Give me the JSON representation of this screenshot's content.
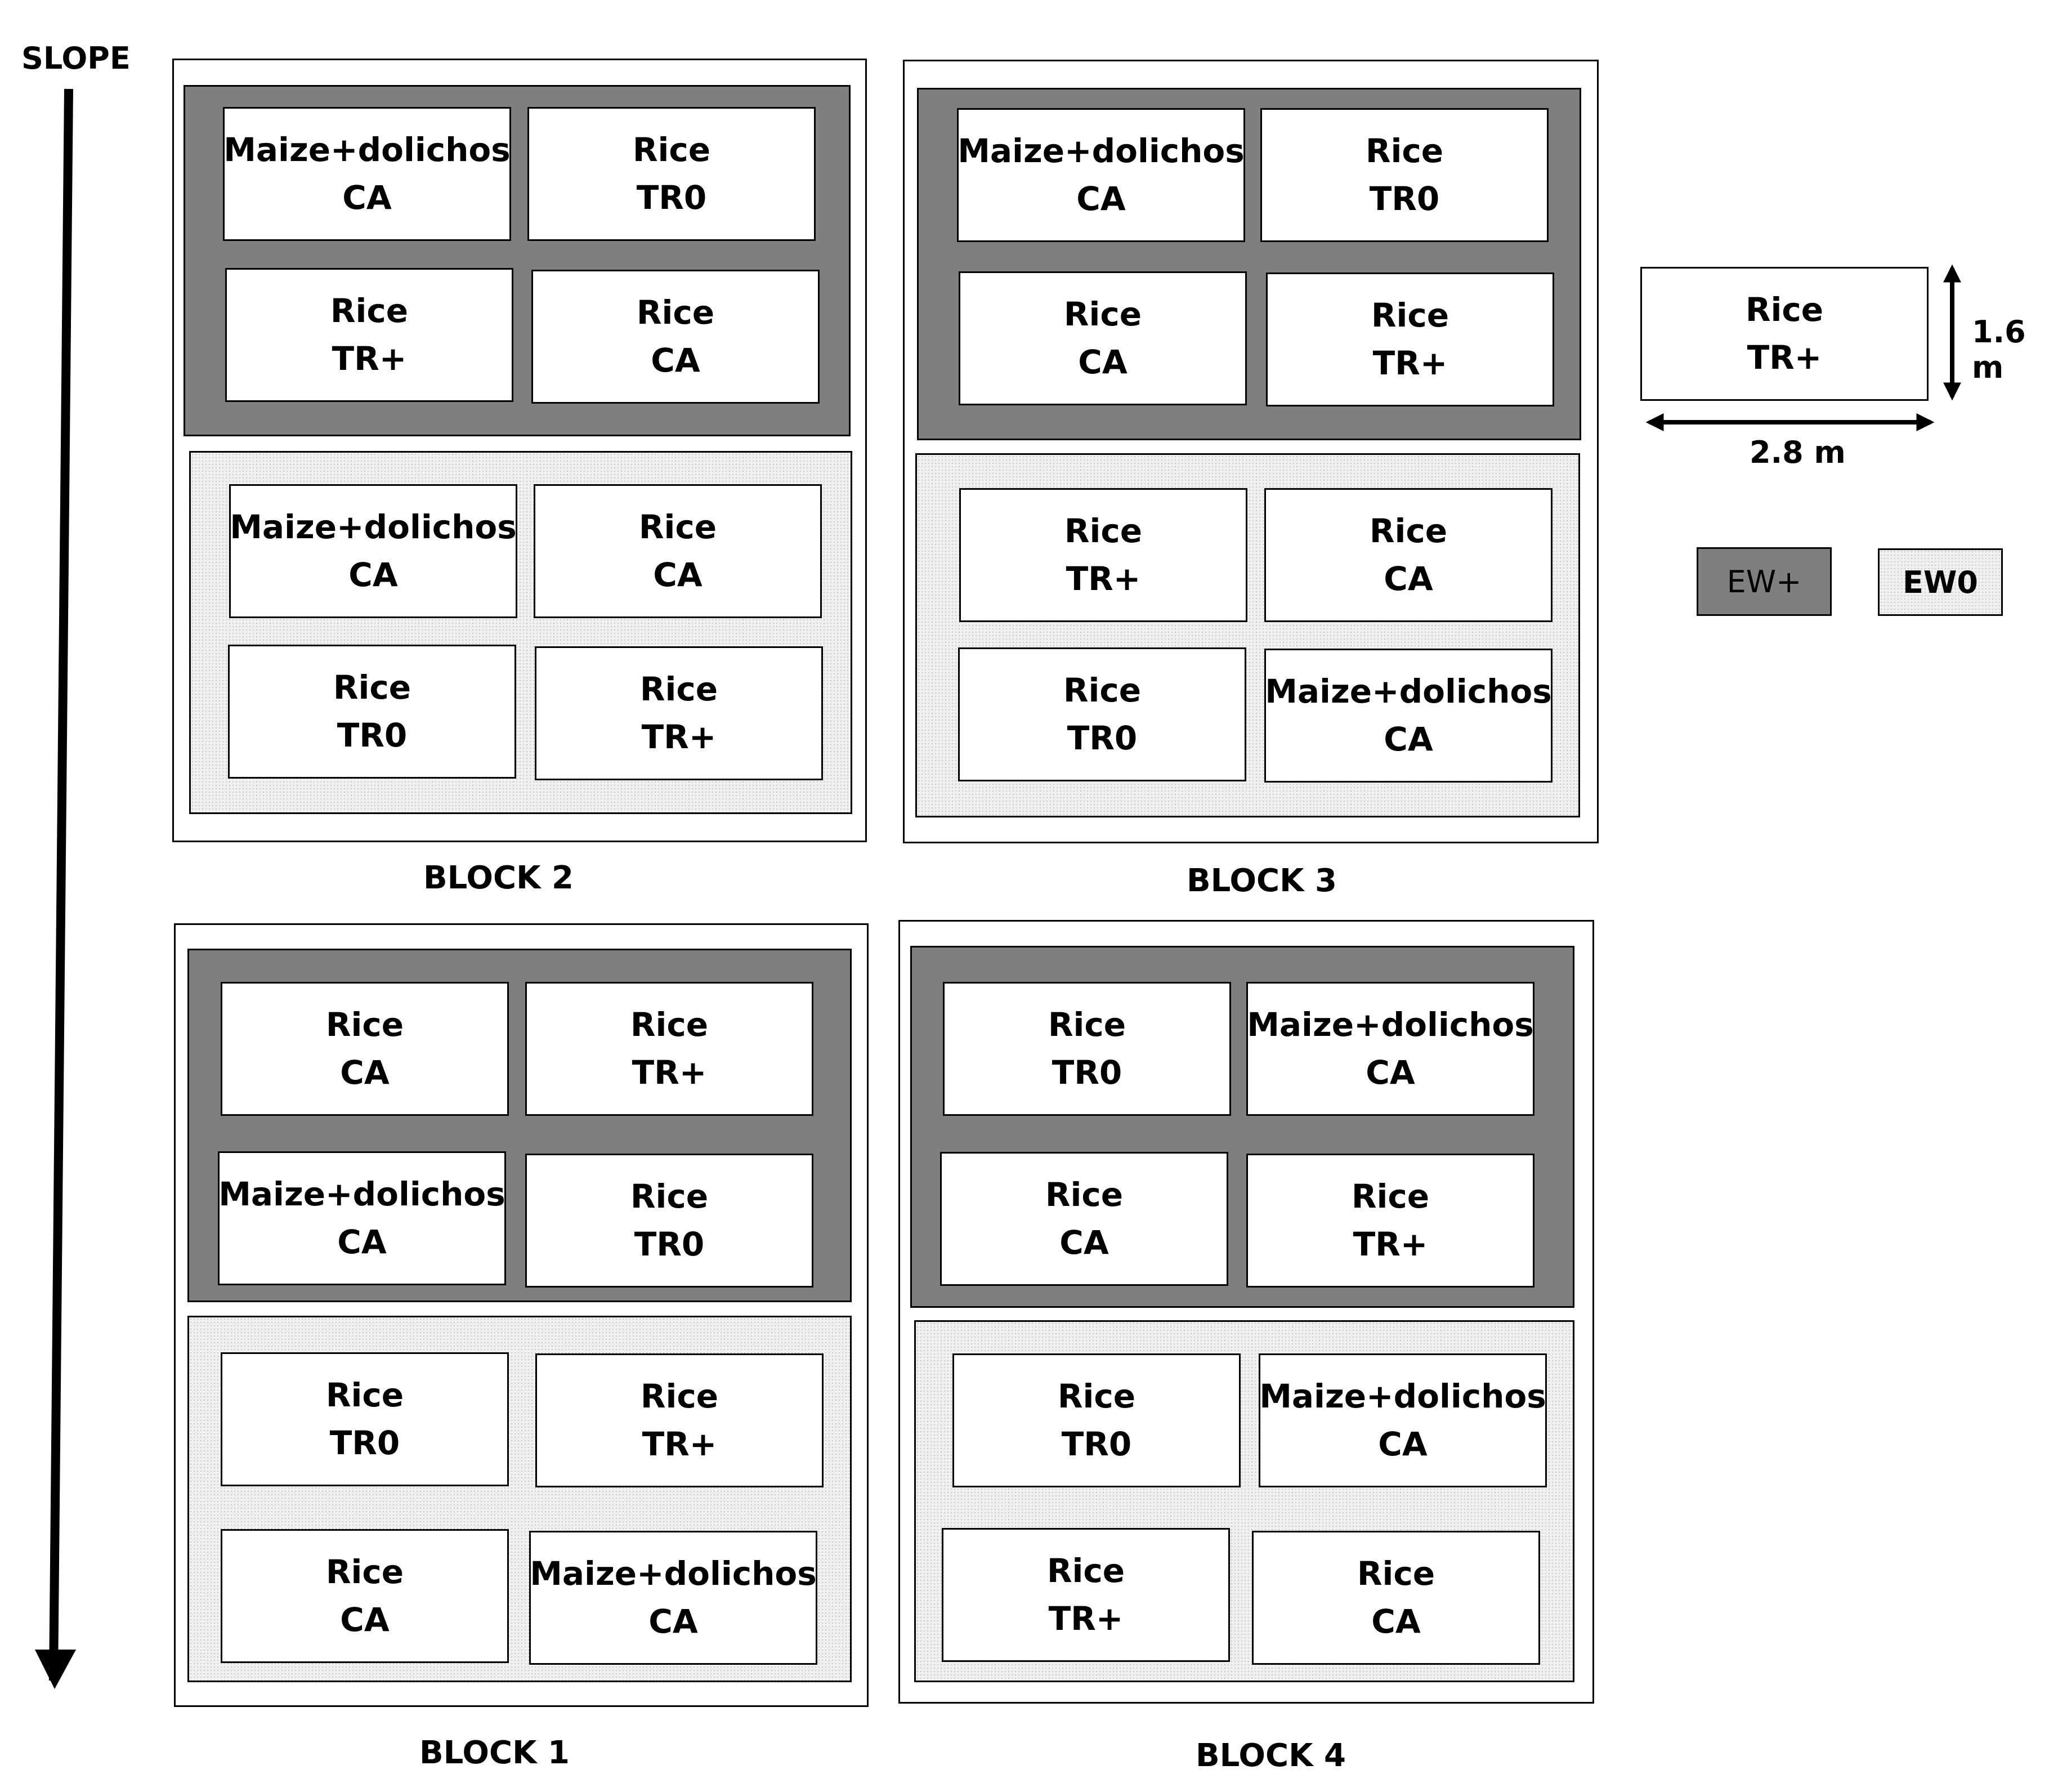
{
  "slope_label": "SLOPE",
  "blocks": [
    {
      "label": "BLOCK 2",
      "upper_zone": [
        {
          "crop": "Maize+dolichos",
          "treatment": "CA"
        },
        {
          "crop": "Rice",
          "treatment": "TR0"
        },
        {
          "crop": "Rice",
          "treatment": "TR+"
        },
        {
          "crop": "Rice",
          "treatment": "CA"
        }
      ],
      "lower_zone": [
        {
          "crop": "Maize+dolichos",
          "treatment": "CA"
        },
        {
          "crop": "Rice",
          "treatment": "CA"
        },
        {
          "crop": "Rice",
          "treatment": "TR0"
        },
        {
          "crop": "Rice",
          "treatment": "TR+"
        }
      ]
    },
    {
      "label": "BLOCK 3",
      "upper_zone": [
        {
          "crop": "Maize+dolichos",
          "treatment": "CA"
        },
        {
          "crop": "Rice",
          "treatment": "TR0"
        },
        {
          "crop": "Rice",
          "treatment": "CA"
        },
        {
          "crop": "Rice",
          "treatment": "TR+"
        }
      ],
      "lower_zone": [
        {
          "crop": "Rice",
          "treatment": "TR+"
        },
        {
          "crop": "Rice",
          "treatment": "CA"
        },
        {
          "crop": "Rice",
          "treatment": "TR0"
        },
        {
          "crop": "Maize+dolichos",
          "treatment": "CA"
        }
      ]
    },
    {
      "label": "BLOCK 1",
      "upper_zone": [
        {
          "crop": "Rice",
          "treatment": "CA"
        },
        {
          "crop": "Rice",
          "treatment": "TR+"
        },
        {
          "crop": "Maize+dolichos",
          "treatment": "CA"
        },
        {
          "crop": "Rice",
          "treatment": "TR0"
        }
      ],
      "lower_zone": [
        {
          "crop": "Rice",
          "treatment": "TR0"
        },
        {
          "crop": "Rice",
          "treatment": "TR+"
        },
        {
          "crop": "Rice",
          "treatment": "CA"
        },
        {
          "crop": "Maize+dolichos",
          "treatment": "CA"
        }
      ]
    },
    {
      "label": "BLOCK 4",
      "upper_zone": [
        {
          "crop": "Rice",
          "treatment": "TR0"
        },
        {
          "crop": "Maize+dolichos",
          "treatment": "CA"
        },
        {
          "crop": "Rice",
          "treatment": "CA"
        },
        {
          "crop": "Rice",
          "treatment": "TR+"
        }
      ],
      "lower_zone": [
        {
          "crop": "Rice",
          "treatment": "TR0"
        },
        {
          "crop": "Maize+dolichos",
          "treatment": "CA"
        },
        {
          "crop": "Rice",
          "treatment": "TR+"
        },
        {
          "crop": "Rice",
          "treatment": "CA"
        }
      ]
    }
  ],
  "example_plot": {
    "crop": "Rice",
    "treatment": "TR+",
    "height_label": "1.6 m",
    "width_label": "2.8 m"
  },
  "legend": [
    {
      "label": "EW+",
      "color": "#7f7f7f"
    },
    {
      "label": "EW0",
      "color": "#f0f0f0"
    }
  ]
}
